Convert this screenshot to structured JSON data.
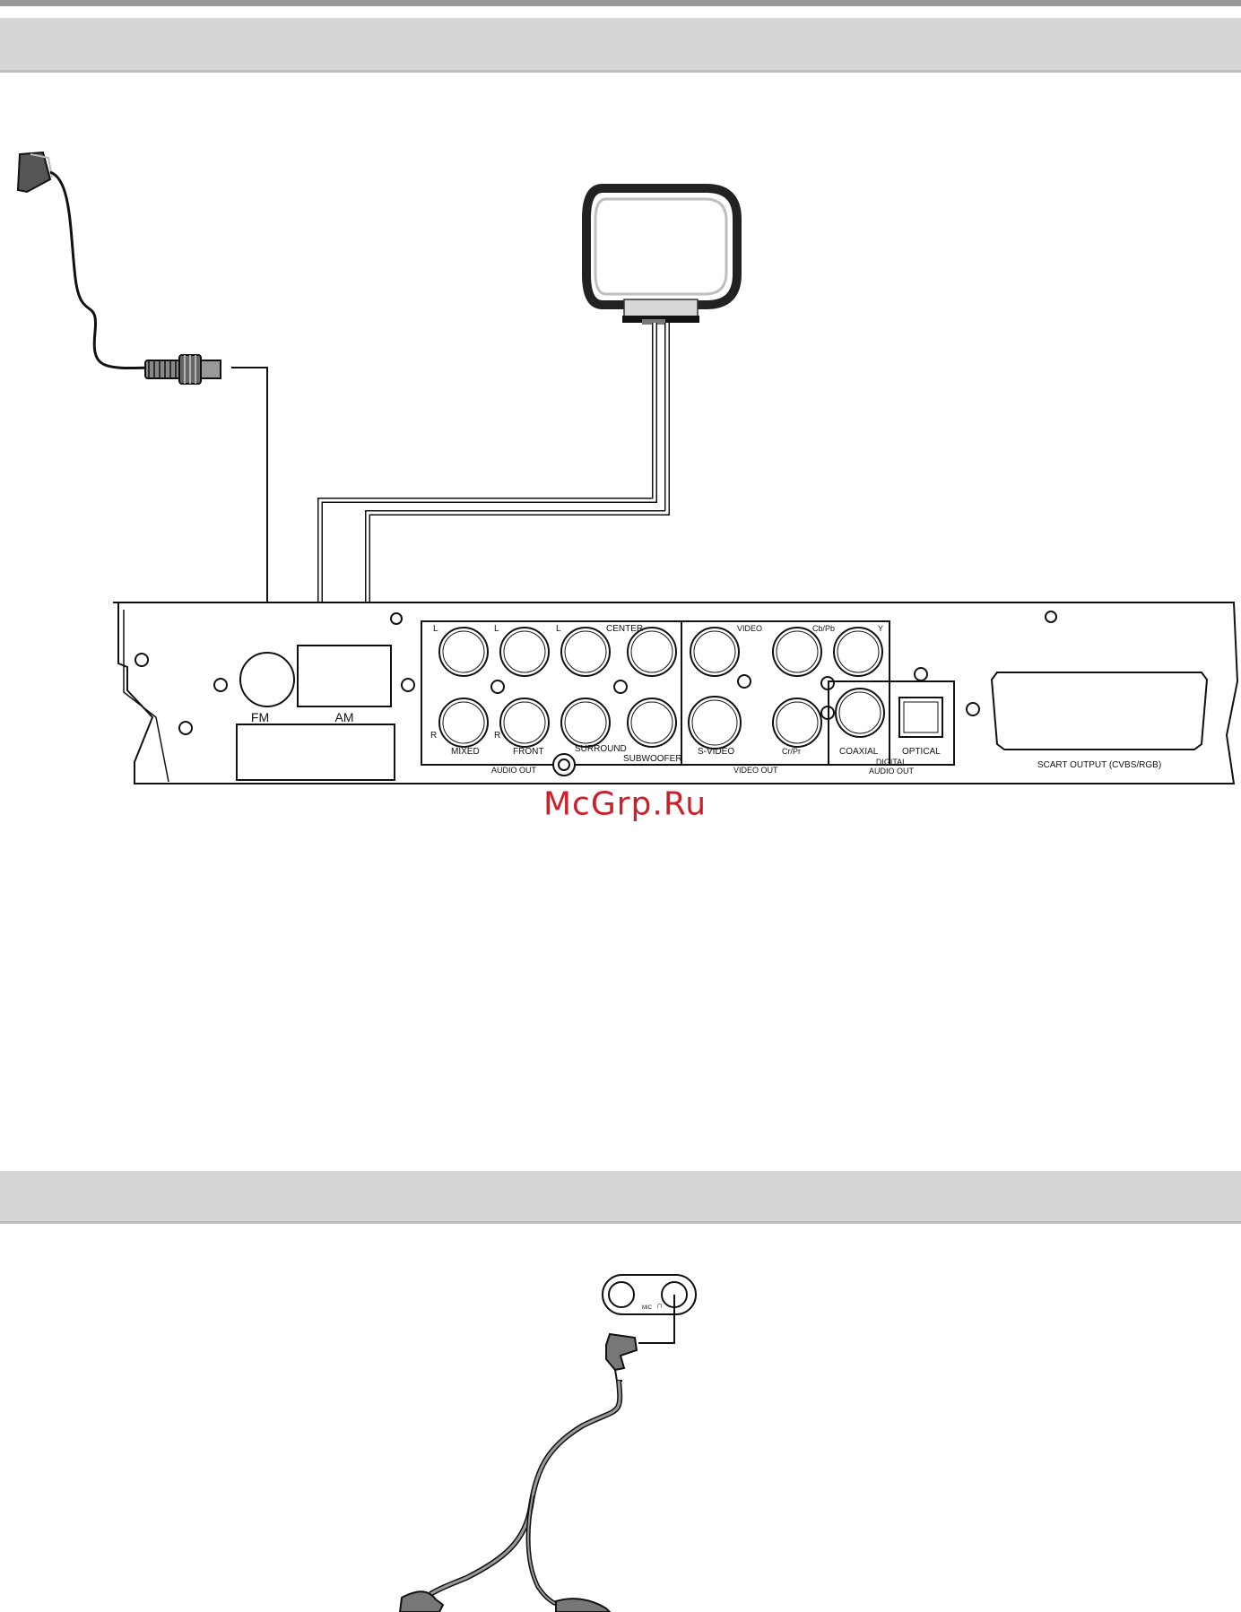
{
  "watermark": "McGrp.Ru",
  "panel": {
    "fm": "FM",
    "am": "AM",
    "audio": {
      "l1": "L",
      "l2": "L",
      "l3": "L",
      "center": "CENTER",
      "r1": "R",
      "r2": "R",
      "mixed": "MIXED",
      "front": "FRONT",
      "surround": "SURROUND",
      "subwoofer": "SUBWOOFER",
      "group": "AUDIO OUT"
    },
    "video": {
      "video": "VIDEO",
      "cb": "Cb/Pb",
      "y": "Y",
      "svideo": "S-VIDEO",
      "cr": "Cr/Pr",
      "group": "VIDEO OUT"
    },
    "digital": {
      "coaxial": "COAXIAL",
      "optical": "OPTICAL",
      "group_line1": "DIGITAL",
      "group_line2": "AUDIO OUT"
    },
    "scart": "SCART  OUTPUT  (CVBS/RGB)"
  },
  "front_jacks": {
    "mic": "MIC",
    "headphone": "∩"
  }
}
